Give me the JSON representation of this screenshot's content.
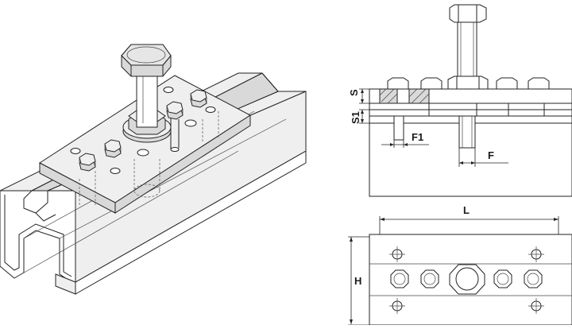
{
  "labels": {
    "s": "S",
    "s1": "S1",
    "f1": "F1",
    "f": "F",
    "l": "L",
    "h": "H"
  },
  "colors": {
    "line": "#222222",
    "part_fill": "#d9d9d9",
    "background": "#ffffff"
  }
}
